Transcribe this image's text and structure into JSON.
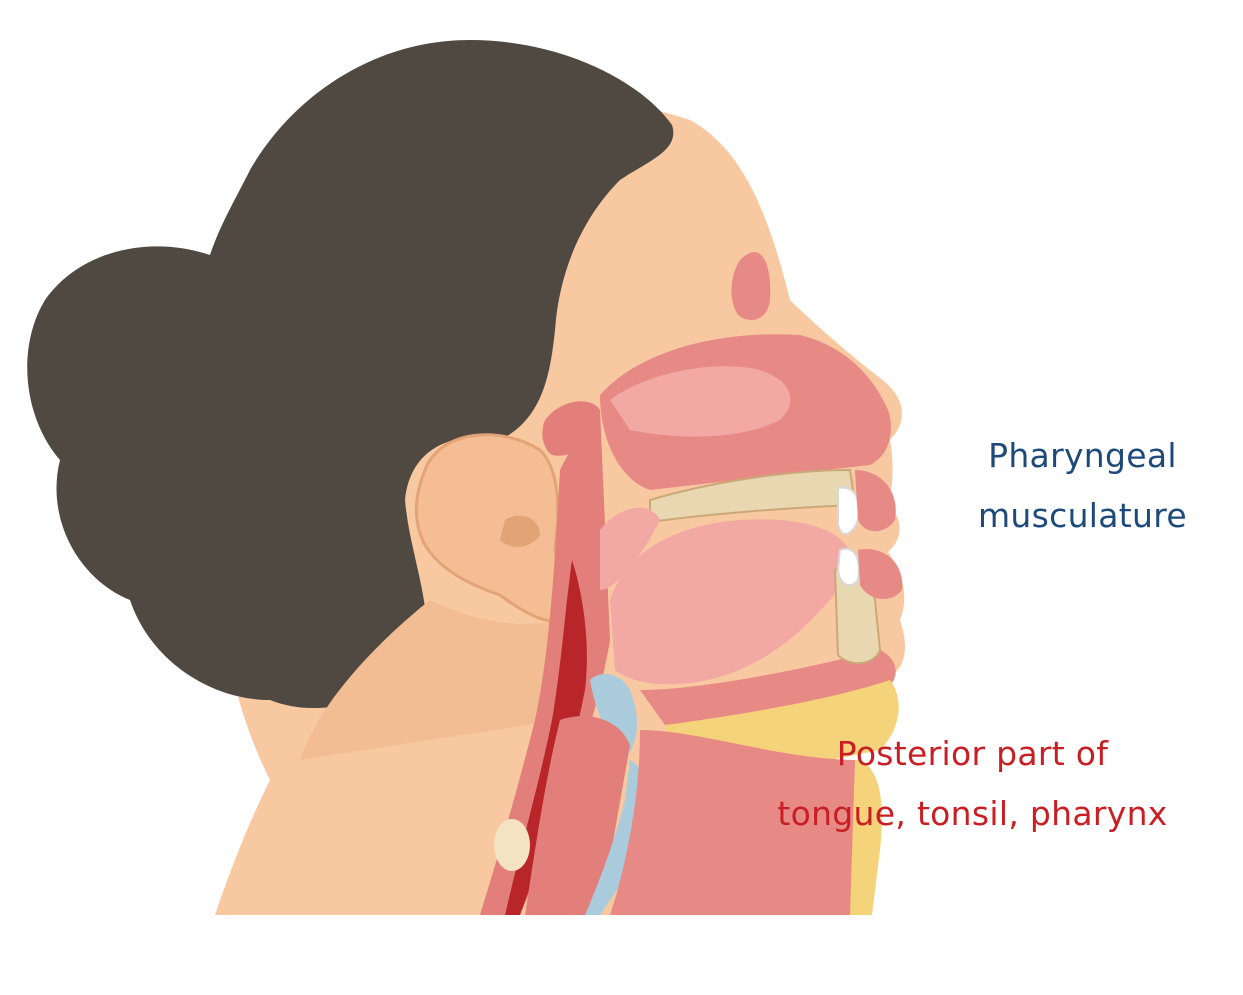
{
  "labels": {
    "musculature": [
      "Pharyngeal",
      "musculature"
    ],
    "posterior": [
      "Posterior part of",
      "tongue, tonsil, pharynx"
    ]
  },
  "colors": {
    "hair": "#4f4941",
    "skin": "#f8c8a0",
    "skin_shadow": "#e9b286",
    "tissue": "#e78a86",
    "tissue_light": "#f2a8a3",
    "tissue_dark": "#c7413f",
    "airway_dark": "#b8262a",
    "bone": "#e8d7b0",
    "fat": "#f4d37a",
    "cartilage": "#aacbdc",
    "tooth": "#ffffff",
    "label_blue": "#1d4a7a",
    "label_red": "#c81e24"
  }
}
